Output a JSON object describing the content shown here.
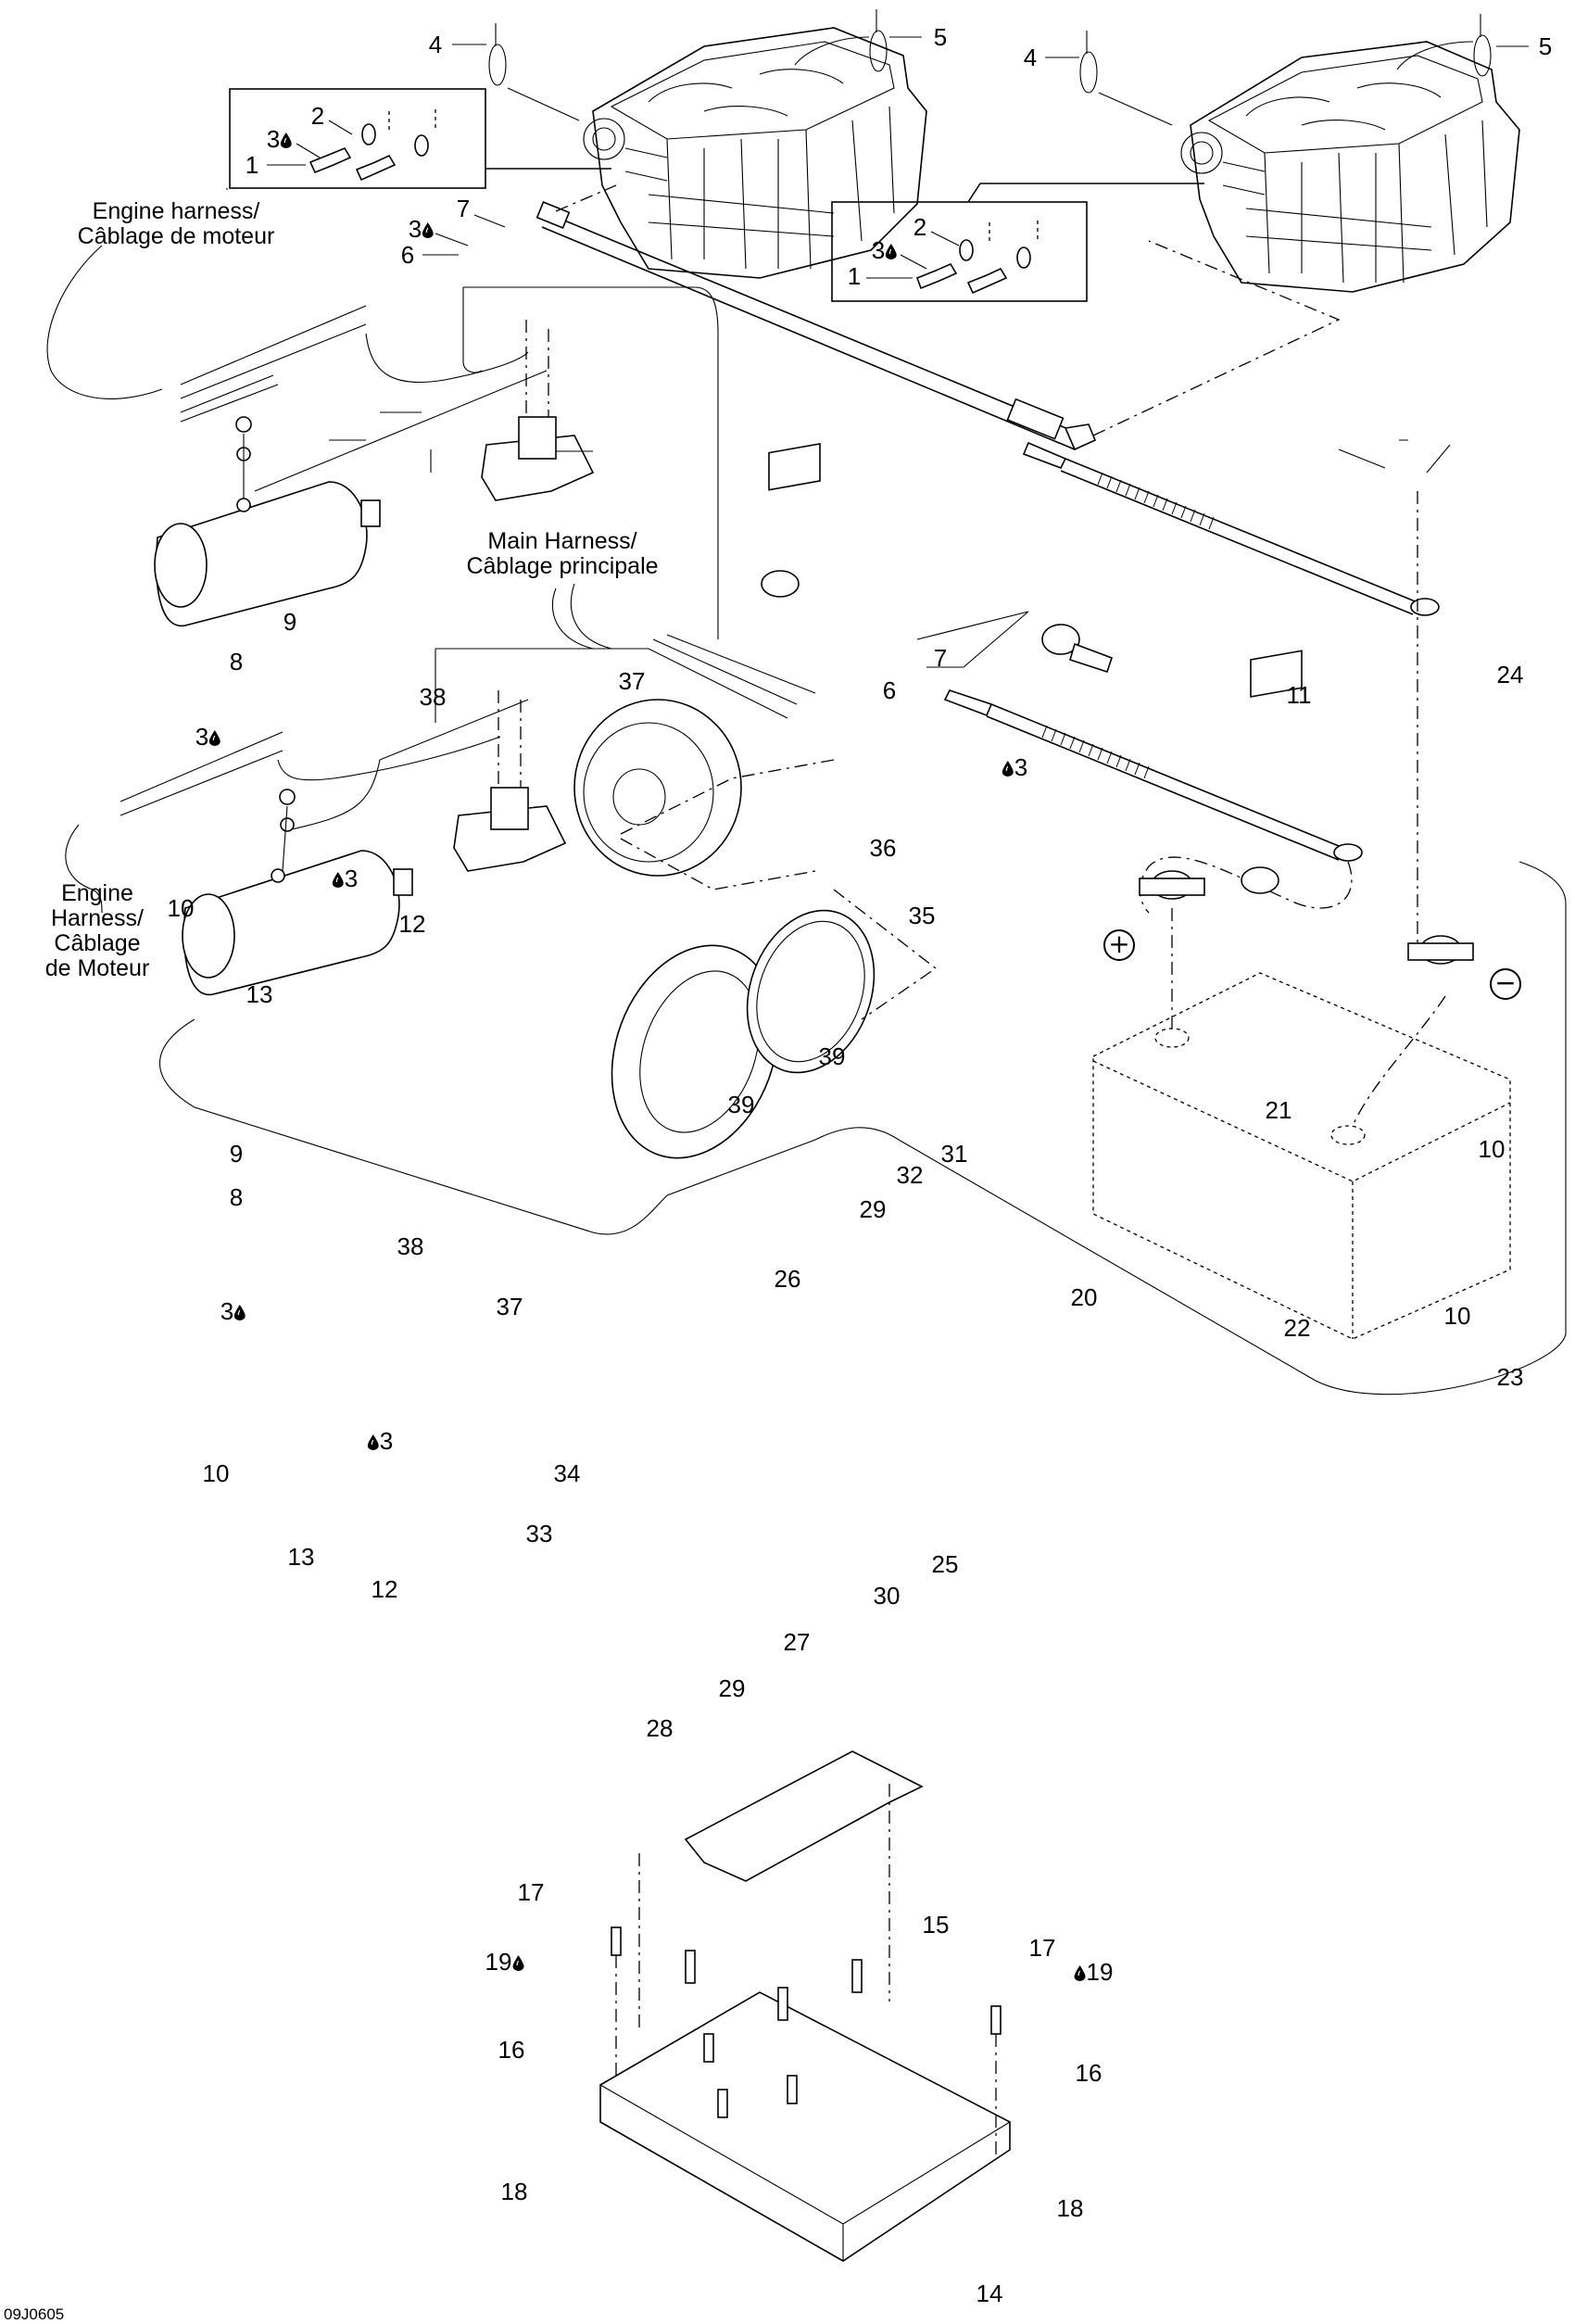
{
  "diagram": {
    "figure_code": "09J0605",
    "notes": {
      "engine_harness_top": [
        "Engine harness/",
        "Câblage de moteur"
      ],
      "main_harness": [
        "Main Harness/",
        "Câblage principale"
      ],
      "engine_harness_bottom": [
        "Engine",
        "Harness/",
        "Câblage",
        "de Moteur"
      ]
    },
    "polarity": {
      "positive": "+",
      "negative": "−"
    },
    "callouts": [
      {
        "id": "c4a",
        "num": "4",
        "drop": false
      },
      {
        "id": "c5a",
        "num": "5",
        "drop": false
      },
      {
        "id": "c2a",
        "num": "2",
        "drop": false
      },
      {
        "id": "c3a",
        "num": "3",
        "drop": "after"
      },
      {
        "id": "c1a",
        "num": "1",
        "drop": false
      },
      {
        "id": "c7a",
        "num": "7",
        "drop": false
      },
      {
        "id": "c3b",
        "num": "3",
        "drop": "after"
      },
      {
        "id": "c6a",
        "num": "6",
        "drop": false
      },
      {
        "id": "c4b",
        "num": "4",
        "drop": false
      },
      {
        "id": "c5b",
        "num": "5",
        "drop": false
      },
      {
        "id": "c2b",
        "num": "2",
        "drop": false
      },
      {
        "id": "c3c",
        "num": "3",
        "drop": "after"
      },
      {
        "id": "c1b",
        "num": "1",
        "drop": false
      },
      {
        "id": "c9a",
        "num": "9",
        "drop": false
      },
      {
        "id": "c8a",
        "num": "8",
        "drop": false
      },
      {
        "id": "c38a",
        "num": "38",
        "drop": false
      },
      {
        "id": "c37a",
        "num": "37",
        "drop": false
      },
      {
        "id": "c3d",
        "num": "3",
        "drop": "after"
      },
      {
        "id": "c3e",
        "num": "3",
        "drop": "before"
      },
      {
        "id": "c10a",
        "num": "10",
        "drop": false
      },
      {
        "id": "c12a",
        "num": "12",
        "drop": false
      },
      {
        "id": "c13a",
        "num": "13",
        "drop": false
      },
      {
        "id": "c7b",
        "num": "7",
        "drop": false
      },
      {
        "id": "c6b",
        "num": "6",
        "drop": false
      },
      {
        "id": "c3f",
        "num": "3",
        "drop": "before"
      },
      {
        "id": "c11",
        "num": "11",
        "drop": false
      },
      {
        "id": "c24",
        "num": "24",
        "drop": false
      },
      {
        "id": "c36",
        "num": "36",
        "drop": false
      },
      {
        "id": "c35",
        "num": "35",
        "drop": false
      },
      {
        "id": "c39a",
        "num": "39",
        "drop": false
      },
      {
        "id": "c39b",
        "num": "39",
        "drop": false
      },
      {
        "id": "c21",
        "num": "21",
        "drop": false
      },
      {
        "id": "c31",
        "num": "31",
        "drop": false
      },
      {
        "id": "c32",
        "num": "32",
        "drop": false
      },
      {
        "id": "c29a",
        "num": "29",
        "drop": false
      },
      {
        "id": "c26",
        "num": "26",
        "drop": false
      },
      {
        "id": "c10b",
        "num": "10",
        "drop": false
      },
      {
        "id": "c10c",
        "num": "10",
        "drop": false
      },
      {
        "id": "c9b",
        "num": "9",
        "drop": false
      },
      {
        "id": "c8b",
        "num": "8",
        "drop": false
      },
      {
        "id": "c38b",
        "num": "38",
        "drop": false
      },
      {
        "id": "c37b",
        "num": "37",
        "drop": false
      },
      {
        "id": "c3g",
        "num": "3",
        "drop": "after"
      },
      {
        "id": "c20",
        "num": "20",
        "drop": false
      },
      {
        "id": "c22",
        "num": "22",
        "drop": false
      },
      {
        "id": "c23",
        "num": "23",
        "drop": false
      },
      {
        "id": "c10d",
        "num": "10",
        "drop": false
      },
      {
        "id": "c3h",
        "num": "3",
        "drop": "before"
      },
      {
        "id": "c13b",
        "num": "13",
        "drop": false
      },
      {
        "id": "c12b",
        "num": "12",
        "drop": false
      },
      {
        "id": "c33",
        "num": "33",
        "drop": false
      },
      {
        "id": "c34",
        "num": "34",
        "drop": false
      },
      {
        "id": "c25",
        "num": "25",
        "drop": false
      },
      {
        "id": "c30",
        "num": "30",
        "drop": false
      },
      {
        "id": "c27",
        "num": "27",
        "drop": false
      },
      {
        "id": "c29b",
        "num": "29",
        "drop": false
      },
      {
        "id": "c28",
        "num": "28",
        "drop": false
      },
      {
        "id": "c15",
        "num": "15",
        "drop": false
      },
      {
        "id": "c17a",
        "num": "17",
        "drop": false
      },
      {
        "id": "c17b",
        "num": "17",
        "drop": false
      },
      {
        "id": "c19a",
        "num": "19",
        "drop": "after"
      },
      {
        "id": "c19b",
        "num": "19",
        "drop": "before"
      },
      {
        "id": "c16a",
        "num": "16",
        "drop": false
      },
      {
        "id": "c16b",
        "num": "16",
        "drop": false
      },
      {
        "id": "c18a",
        "num": "18",
        "drop": false
      },
      {
        "id": "c18b",
        "num": "18",
        "drop": false
      },
      {
        "id": "c14",
        "num": "14",
        "drop": false
      }
    ]
  }
}
